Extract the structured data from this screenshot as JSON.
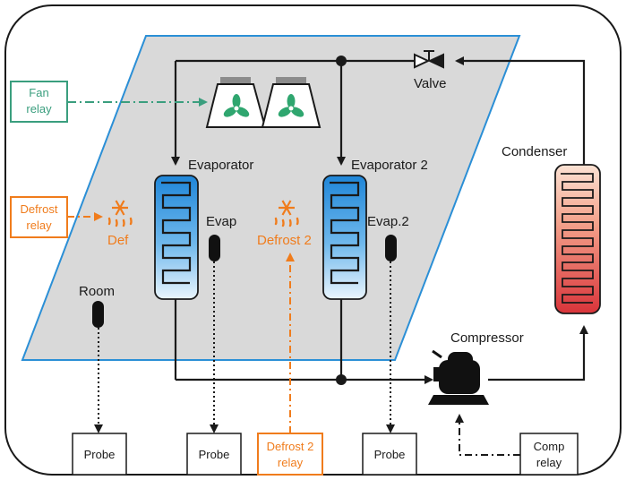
{
  "colors": {
    "pipe": "#1a1a1a",
    "panel_fill": "#d9d9d9",
    "panel_border": "#2b8fd6",
    "relay_green": "#3a9e7e",
    "relay_orange": "#f07c1c",
    "evaporator_blue": "#1f86d8",
    "condenser_red": "#d9343a",
    "probe": "#111111"
  },
  "labels": {
    "valve": "Valve",
    "condenser": "Condenser",
    "compressor": "Compressor",
    "evaporator": "Evaporator",
    "evaporator_2": "Evaporator 2",
    "evap": "Evap",
    "evap_2": "Evap.2",
    "room": "Room",
    "def": "Def",
    "defrost_2": "Defrost 2"
  },
  "relays": {
    "fan": [
      "Fan",
      "relay"
    ],
    "defrost": [
      "Defrost",
      "relay"
    ],
    "defrost_2": [
      "Defrost 2",
      "relay"
    ],
    "comp": [
      "Comp",
      "relay"
    ]
  },
  "probes": [
    "Probe",
    "Probe",
    "Probe"
  ],
  "icons": {
    "fan": "fan-icon",
    "defrost": "snowflake-heater-icon",
    "valve": "expansion-valve-icon",
    "compressor": "compressor-icon"
  }
}
